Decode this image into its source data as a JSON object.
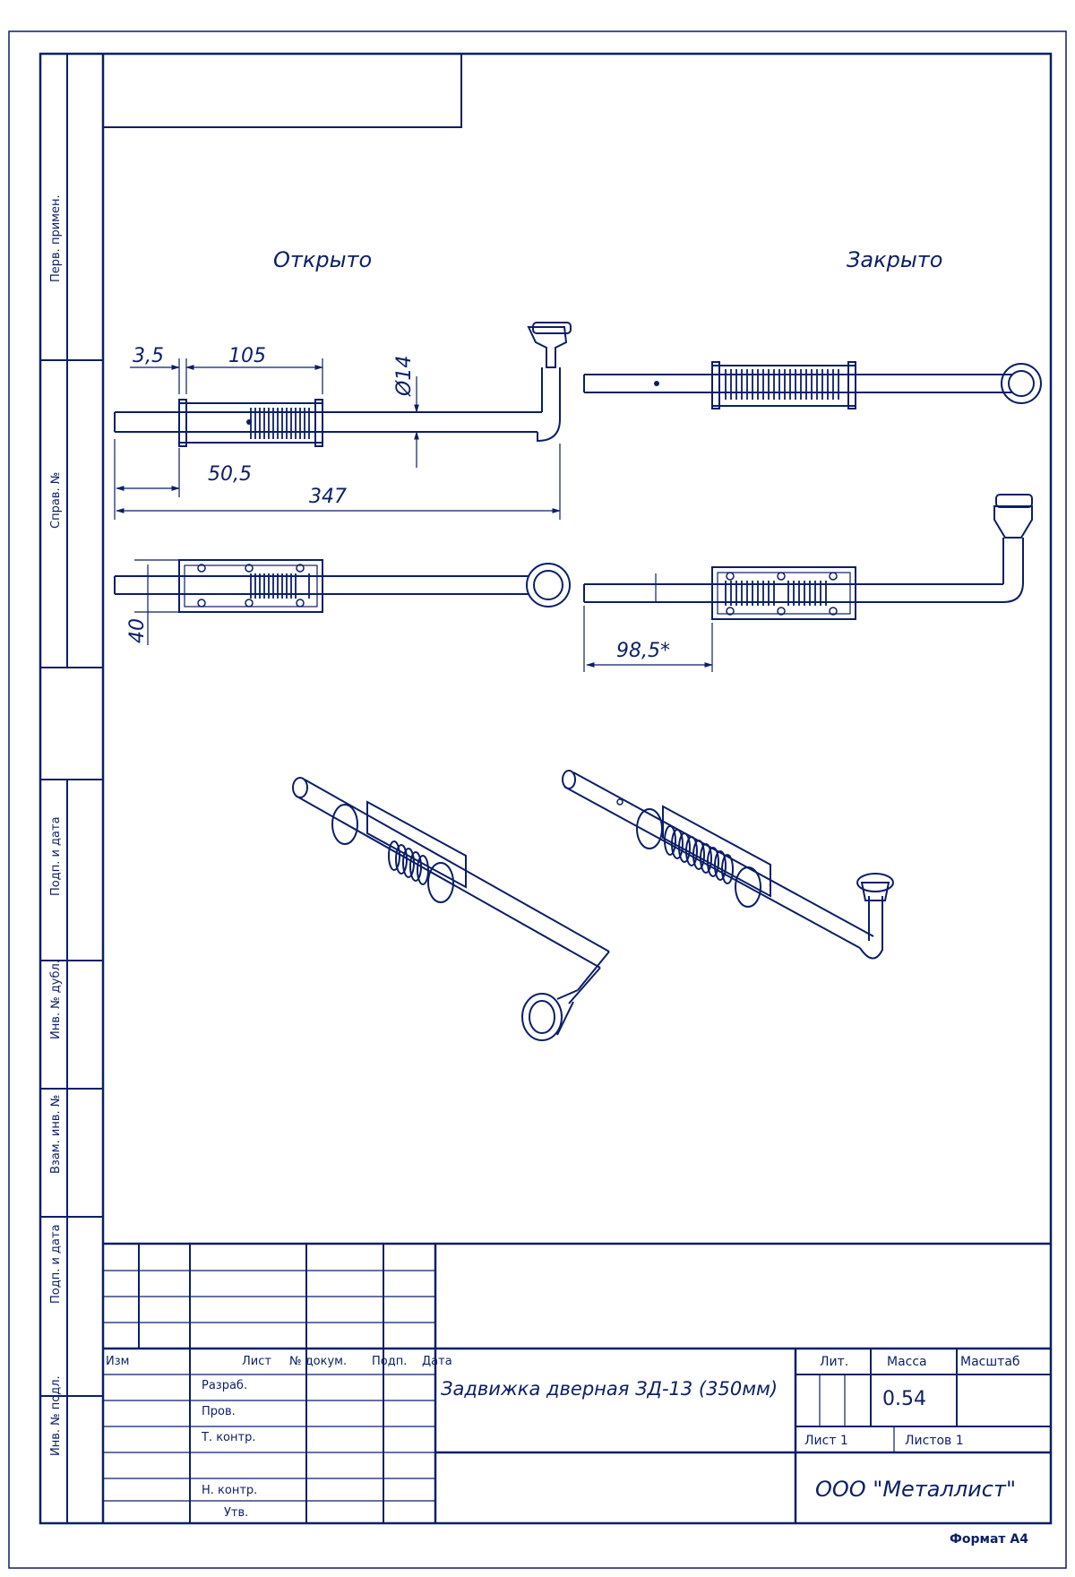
{
  "views": {
    "open_caption": "Открыто",
    "closed_caption": "Закрыто"
  },
  "dimensions": {
    "d_3_5": "3,5",
    "d_105": "105",
    "d_diam14": "Ø14",
    "d_50_5": "50,5",
    "d_347": "347",
    "d_40": "40",
    "d_98_5": "98,5*"
  },
  "side_labels": {
    "perv_primen": "Перв. примен.",
    "sprav_no": "Справ. №",
    "podp_data_1": "Подп. и дата",
    "inv_dubl": "Инв. № дубл.",
    "vzam_inv": "Взам. инв. №",
    "podp_data_2": "Подп. и дата",
    "inv_podl": "Инв. № подл."
  },
  "title_block": {
    "col_izm": "Изм",
    "col_list": "Лист",
    "col_dokum": "№ докум.",
    "col_podp": "Подп.",
    "col_data": "Дата",
    "row_razrab": "Разраб.",
    "row_prov": "Пров.",
    "row_tkontr": "Т. контр.",
    "row_nkontr": "Н. контр.",
    "row_utv": "Утв.",
    "name": "Задвижка дверная ЗД-13 (350мм)",
    "lit_label": "Лит.",
    "mass_label": "Масса",
    "scale_label": "Масштаб",
    "mass_value": "0.54",
    "sheet": "Лист 1",
    "sheets": "Листов 1",
    "company": "ООО \"Металлист\"",
    "format": "Формат А4"
  },
  "colors": {
    "ink": "#0b1f66",
    "paper": "#ffffff"
  }
}
